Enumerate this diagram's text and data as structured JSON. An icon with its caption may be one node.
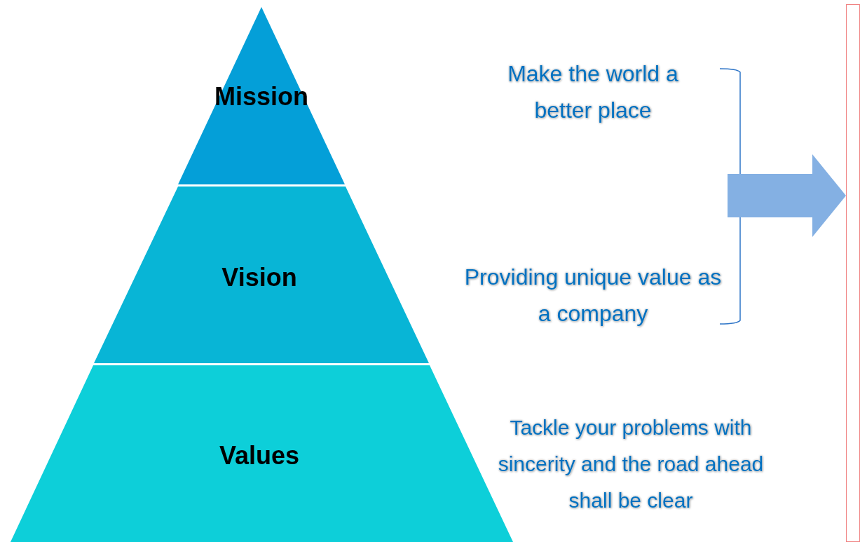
{
  "diagram": {
    "nodes": [
      {
        "text": [
          "Mission"
        ]
      },
      {
        "text": [
          "Vision"
        ]
      },
      {
        "text": [
          "Values"
        ]
      },
      {
        "text": [],
        "shape": "box"
      }
    ],
    "edges": [
      {
        "from": null,
        "to": 3,
        "arrow": "to"
      }
    ],
    "labels": [
      "Make the world a better place",
      "Providing unique value as a company",
      "Tackle your problems with sincerity and the road ahead shall be clear"
    ]
  }
}
